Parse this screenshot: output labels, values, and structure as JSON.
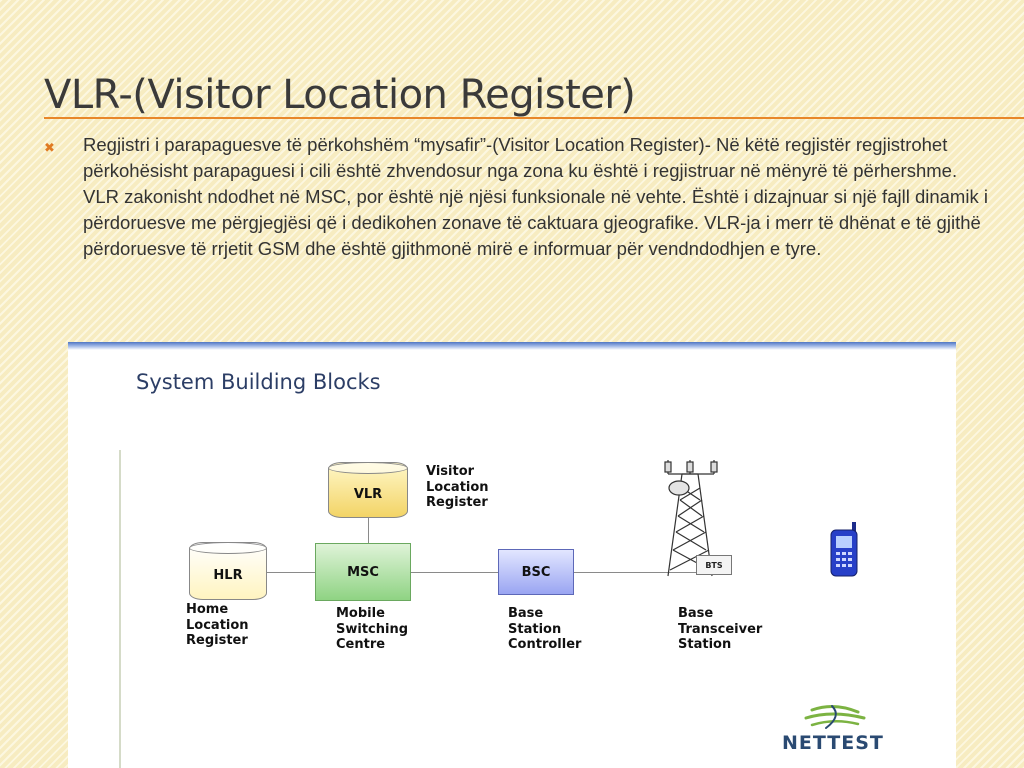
{
  "slide": {
    "title": "VLR-(Visitor Location Register)",
    "body": "Regjistri i parapaguesve të përkohshëm “mysafir”-(Visitor Location Register)- Në këtë regjistër regjistrohet përkohësisht parapaguesi i cili është zhvendosur nga zona ku është i regjistruar në mënyrë të përhershme. VLR zakonisht ndodhet në MSC, por është një njësi funksionale në vehte. Është i dizajnuar si një fajll dinamik i përdoruesve me përgjegjësi që i dedikohen zonave të caktuara gjeografike. VLR-ja i merr të dhënat e të gjithë përdoruesve të rrjetit GSM dhe është gjithmonë mirë e informuar për vendndodhjen e tyre.",
    "bullet_icon": "x-bullet-icon",
    "accent_color": "#e8872a"
  },
  "diagram": {
    "title": "System Building Blocks",
    "nodes": {
      "vlr": {
        "label": "VLR",
        "caption": [
          "Visitor",
          "Location",
          "Register"
        ]
      },
      "hlr": {
        "label": "HLR",
        "caption": [
          "Home",
          "Location",
          "Register"
        ]
      },
      "msc": {
        "label": "MSC",
        "caption": [
          "Mobile",
          "Switching",
          "Centre"
        ]
      },
      "bsc": {
        "label": "BSC",
        "caption": [
          "Base",
          "Station",
          "Controller"
        ]
      },
      "bts": {
        "label": "BTS",
        "caption": [
          "Base",
          "Transceiver",
          "Station"
        ]
      }
    },
    "icons": [
      "cell-tower-icon",
      "mobile-phone-icon",
      "nettest-logo-icon"
    ],
    "logo_text": "NETTEST"
  }
}
